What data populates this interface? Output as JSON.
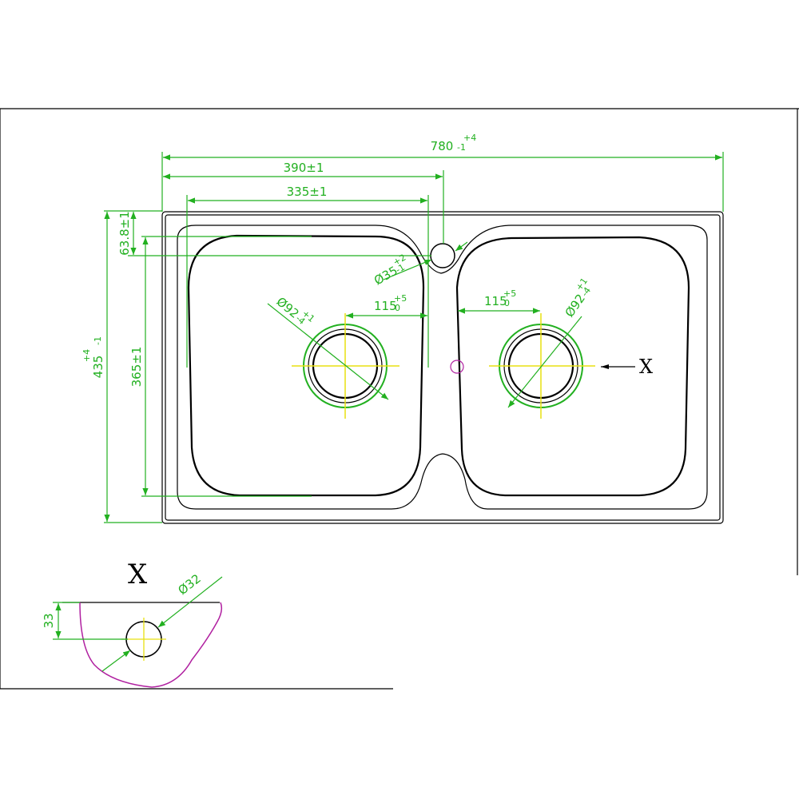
{
  "colors": {
    "outline": "#000000",
    "dimension": "#22b020",
    "centerline": "#e8e010",
    "tap_hole": "#b020a0"
  },
  "dimensions": {
    "overall_width": {
      "main": "780",
      "upper": "+4",
      "lower": "-1"
    },
    "half_width": "390±1",
    "bowl_width": "335±1",
    "overall_height": {
      "main": "435",
      "upper": "+4",
      "lower": "-1"
    },
    "bowl_height": "365±1",
    "top_offset": "63.8±1",
    "tap_hole": {
      "main": "Ø35",
      "upper": "+2",
      "lower": "-1"
    },
    "left_drain": {
      "main": "Ø92",
      "upper": "+1",
      "lower": "-4"
    },
    "right_drain": {
      "main": "Ø92",
      "upper": "+1",
      "lower": "-4"
    },
    "left_offset": {
      "main": "115",
      "upper": "+5",
      "lower": "0"
    },
    "right_offset": {
      "main": "115",
      "upper": "+5",
      "lower": "0"
    }
  },
  "markers": {
    "section_arrow_label": "X"
  },
  "detail": {
    "title": "X",
    "hole_diameter": "Ø32",
    "depth": "33"
  }
}
